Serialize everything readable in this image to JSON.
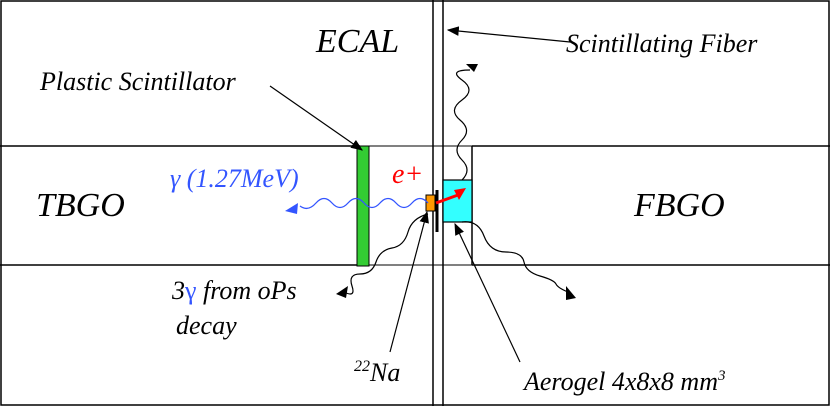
{
  "labels": {
    "ecal": "ECAL",
    "scintillating_fiber": "Scintillating Fiber",
    "plastic_scintillator": "Plastic Scintillator",
    "gamma_energy": "γ (1.27MeV)",
    "positron": "e+",
    "tbgo": "TBGO",
    "fbgo": "FBGO",
    "three_gamma_line1_num": "3",
    "three_gamma_line1_sym": "γ",
    "three_gamma_line1_rest": " from oPs",
    "three_gamma_line2": "decay",
    "na22_mass": "22",
    "na22_element": "Na",
    "aerogel": "Aerogel 4x8x8 mm",
    "aerogel_exp": "3"
  },
  "colors": {
    "border": "#000000",
    "plastic_scintillator": "#33cc33",
    "aerogel": "#33ffff",
    "na22_source": "#ff9900",
    "gamma_text": "#3355ff",
    "positron": "#ff0000"
  }
}
